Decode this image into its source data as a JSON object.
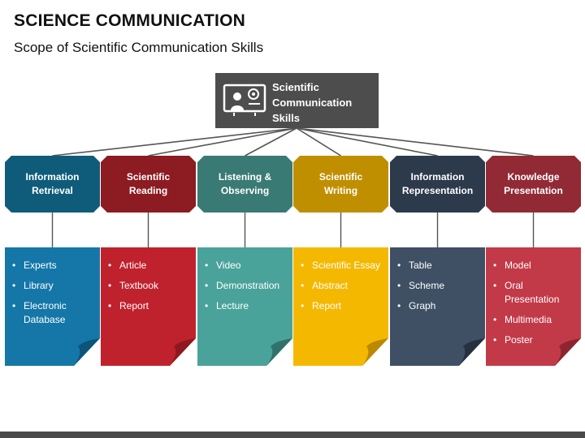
{
  "title": "SCIENCE COMMUNICATION",
  "subtitle": "Scope of Scientific Communication Skills",
  "root": {
    "label_lines": [
      "Scientific",
      "Communication",
      "Skills"
    ],
    "icon": "presentation-board-icon",
    "color": "#4d4d4d"
  },
  "categories": [
    {
      "id": "information-retrieval",
      "label_lines": [
        "Information",
        "Retrieval"
      ],
      "header_color": "#0f5c7a",
      "card_color": "#1577a8",
      "fold_color": "#0e5478",
      "items": [
        "Experts",
        "Library",
        "Electronic Database"
      ]
    },
    {
      "id": "scientific-reading",
      "label_lines": [
        "Scientific",
        "Reading"
      ],
      "header_color": "#8c1b22",
      "card_color": "#c0222d",
      "fold_color": "#8e1820",
      "items": [
        "Article",
        "Textbook",
        "Report"
      ]
    },
    {
      "id": "listening-observing",
      "label_lines": [
        "Listening &",
        "Observing"
      ],
      "header_color": "#3a7a74",
      "card_color": "#4aa39b",
      "fold_color": "#2f726c",
      "items": [
        "Video",
        "Demonstration",
        "Lecture"
      ]
    },
    {
      "id": "scientific-writing",
      "label_lines": [
        "Scientific",
        "Writing"
      ],
      "header_color": "#c08f00",
      "card_color": "#f5b800",
      "fold_color": "#b98900",
      "items": [
        "Scientific Essay",
        "Abstract",
        "Report"
      ]
    },
    {
      "id": "information-representation",
      "label_lines": [
        "Information",
        "Representation"
      ],
      "header_color": "#2c3a4c",
      "card_color": "#3f5065",
      "fold_color": "#25313f",
      "items": [
        "Table",
        "Scheme",
        "Graph"
      ]
    },
    {
      "id": "knowledge-presentation",
      "label_lines": [
        "Knowledge",
        "Presentation"
      ],
      "header_color": "#922a35",
      "card_color": "#c23a48",
      "fold_color": "#8d2530",
      "items": [
        "Model",
        "Oral Presentation",
        "Multimedia",
        "Poster"
      ]
    }
  ],
  "connector_color": "#555555",
  "footer_bar_color": "#4a4a4a"
}
